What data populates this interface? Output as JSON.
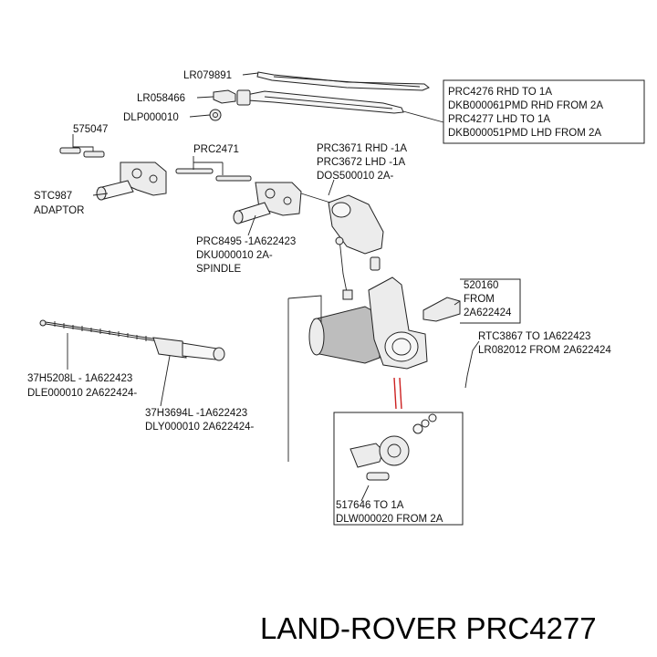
{
  "labels": {
    "lr079891": "LR079891",
    "lr058466": "LR058466",
    "dlp000010": "DLP000010",
    "p575047": "575047",
    "prc2471": "PRC2471",
    "stc987_1": "STC987",
    "stc987_2": "ADAPTOR",
    "blade_1": "PRC4276 RHD TO 1A",
    "blade_2": "DKB000061PMD RHD FROM 2A",
    "blade_3": "PRC4277 LHD TO 1A",
    "blade_4": "DKB000051PMD LHD FROM 2A",
    "motor_1": "PRC3671 RHD -1A",
    "motor_2": "PRC3672 LHD -1A",
    "motor_3": "DOS500010 2A-",
    "spindle_1": "PRC8495 -1A622423",
    "spindle_2": "DKU000010 2A-",
    "spindle_3": "SPINDLE",
    "p520160_1": "520160",
    "p520160_2": "FROM",
    "p520160_3": "2A622424",
    "rtc_1": "RTC3867 TO 1A622423",
    "rtc_2": "LR082012 FROM 2A622424",
    "rack_1": "37H5208L - 1A622423",
    "rack_2": "DLE000010 2A622424-",
    "tube_1": "37H3694L -1A622423",
    "tube_2": "DLY000010 2A622424-",
    "gear_1": "517646 TO 1A",
    "gear_2": "DLW000020 FROM 2A"
  },
  "footer": "LAND-ROVER PRC4277",
  "colors": {
    "highlight_wire": "#cc2020"
  }
}
